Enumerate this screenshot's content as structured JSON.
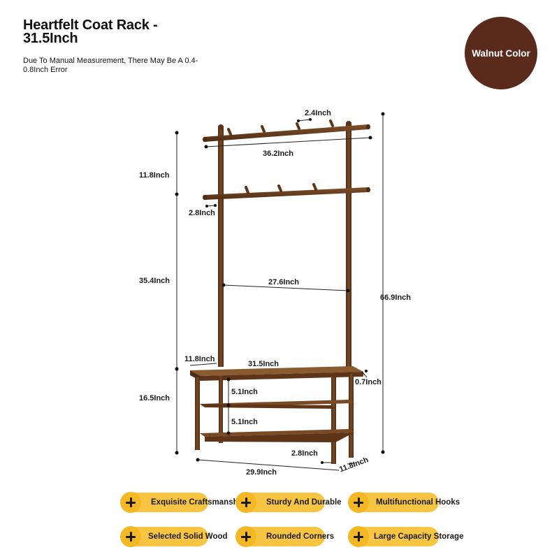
{
  "header": {
    "title": "Heartfelt Coat Rack - 31.5Inch",
    "note": "Due To Manual Measurement, There May Be A 0.4-0.8Inch Error"
  },
  "badge": {
    "label": "Walnut Color",
    "color": "#5a2a1c"
  },
  "dimensions": {
    "hook_spacing": "2.4Inch",
    "top_bar_width": "36.2Inch",
    "top_section_height": "11.8Inch",
    "hook_length": "2.8Inch",
    "middle_section_height": "35.4Inch",
    "inner_width": "27.6Inch",
    "total_height": "66.9Inch",
    "bench_depth": "11.8Inch",
    "bench_width": "31.5Inch",
    "bench_thickness": "0.7Inch",
    "shelf_gap_1": "5.1Inch",
    "shelf_gap_2": "5.1Inch",
    "bench_height": "16.5Inch",
    "leg_height": "2.8Inch",
    "base_width": "29.9Inch",
    "base_depth": "11.8Inch"
  },
  "features": [
    {
      "label": "Exquisite Craftsmanship",
      "icon": "plus-icon"
    },
    {
      "label": "Sturdy And Durable",
      "icon": "plus-icon"
    },
    {
      "label": "Multifunctional Hooks",
      "icon": "plus-icon"
    },
    {
      "label": "Selected Solid Wood",
      "icon": "plus-icon"
    },
    {
      "label": "Rounded Corners",
      "icon": "plus-icon"
    },
    {
      "label": "Large Capacity Storage",
      "icon": "plus-icon"
    }
  ],
  "colors": {
    "wood": "#6b3f1f",
    "accent": "#f7c542"
  }
}
